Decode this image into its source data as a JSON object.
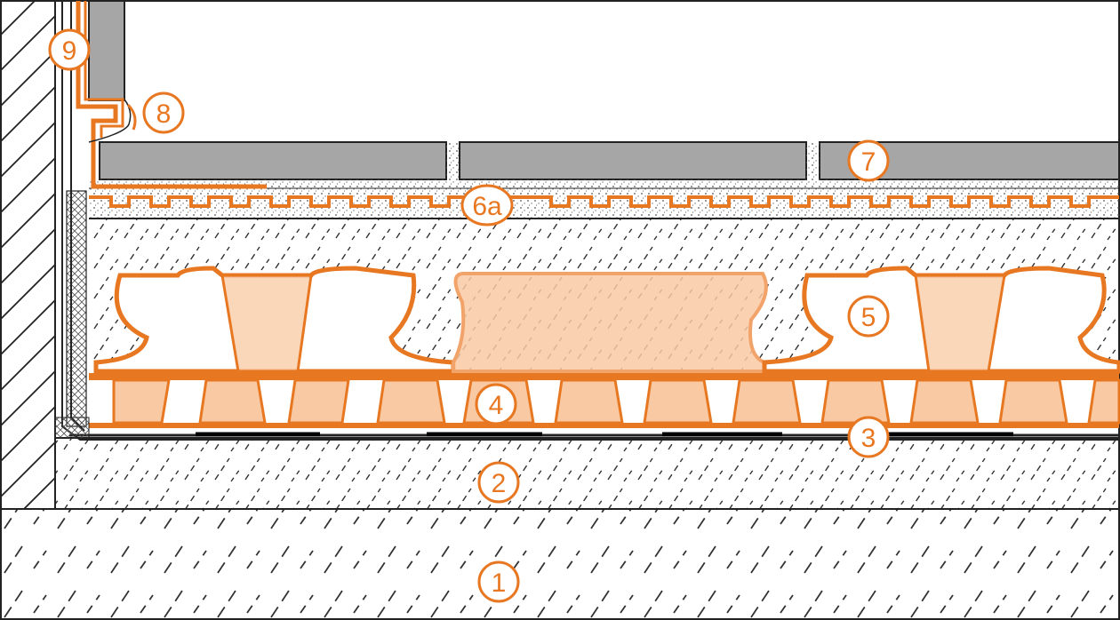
{
  "diagram": {
    "colors": {
      "accent": "#e87722",
      "accent_fill": "#f9c9a3",
      "tile": "#a6a6a6",
      "hatch": "#222222",
      "background": "#ffffff"
    },
    "callouts": [
      {
        "id": "1",
        "label": "1"
      },
      {
        "id": "2",
        "label": "2"
      },
      {
        "id": "3",
        "label": "3"
      },
      {
        "id": "4",
        "label": "4"
      },
      {
        "id": "5",
        "label": "5"
      },
      {
        "id": "6a",
        "label": "6a"
      },
      {
        "id": "7",
        "label": "7"
      },
      {
        "id": "8",
        "label": "8"
      },
      {
        "id": "9",
        "label": "9"
      }
    ]
  }
}
